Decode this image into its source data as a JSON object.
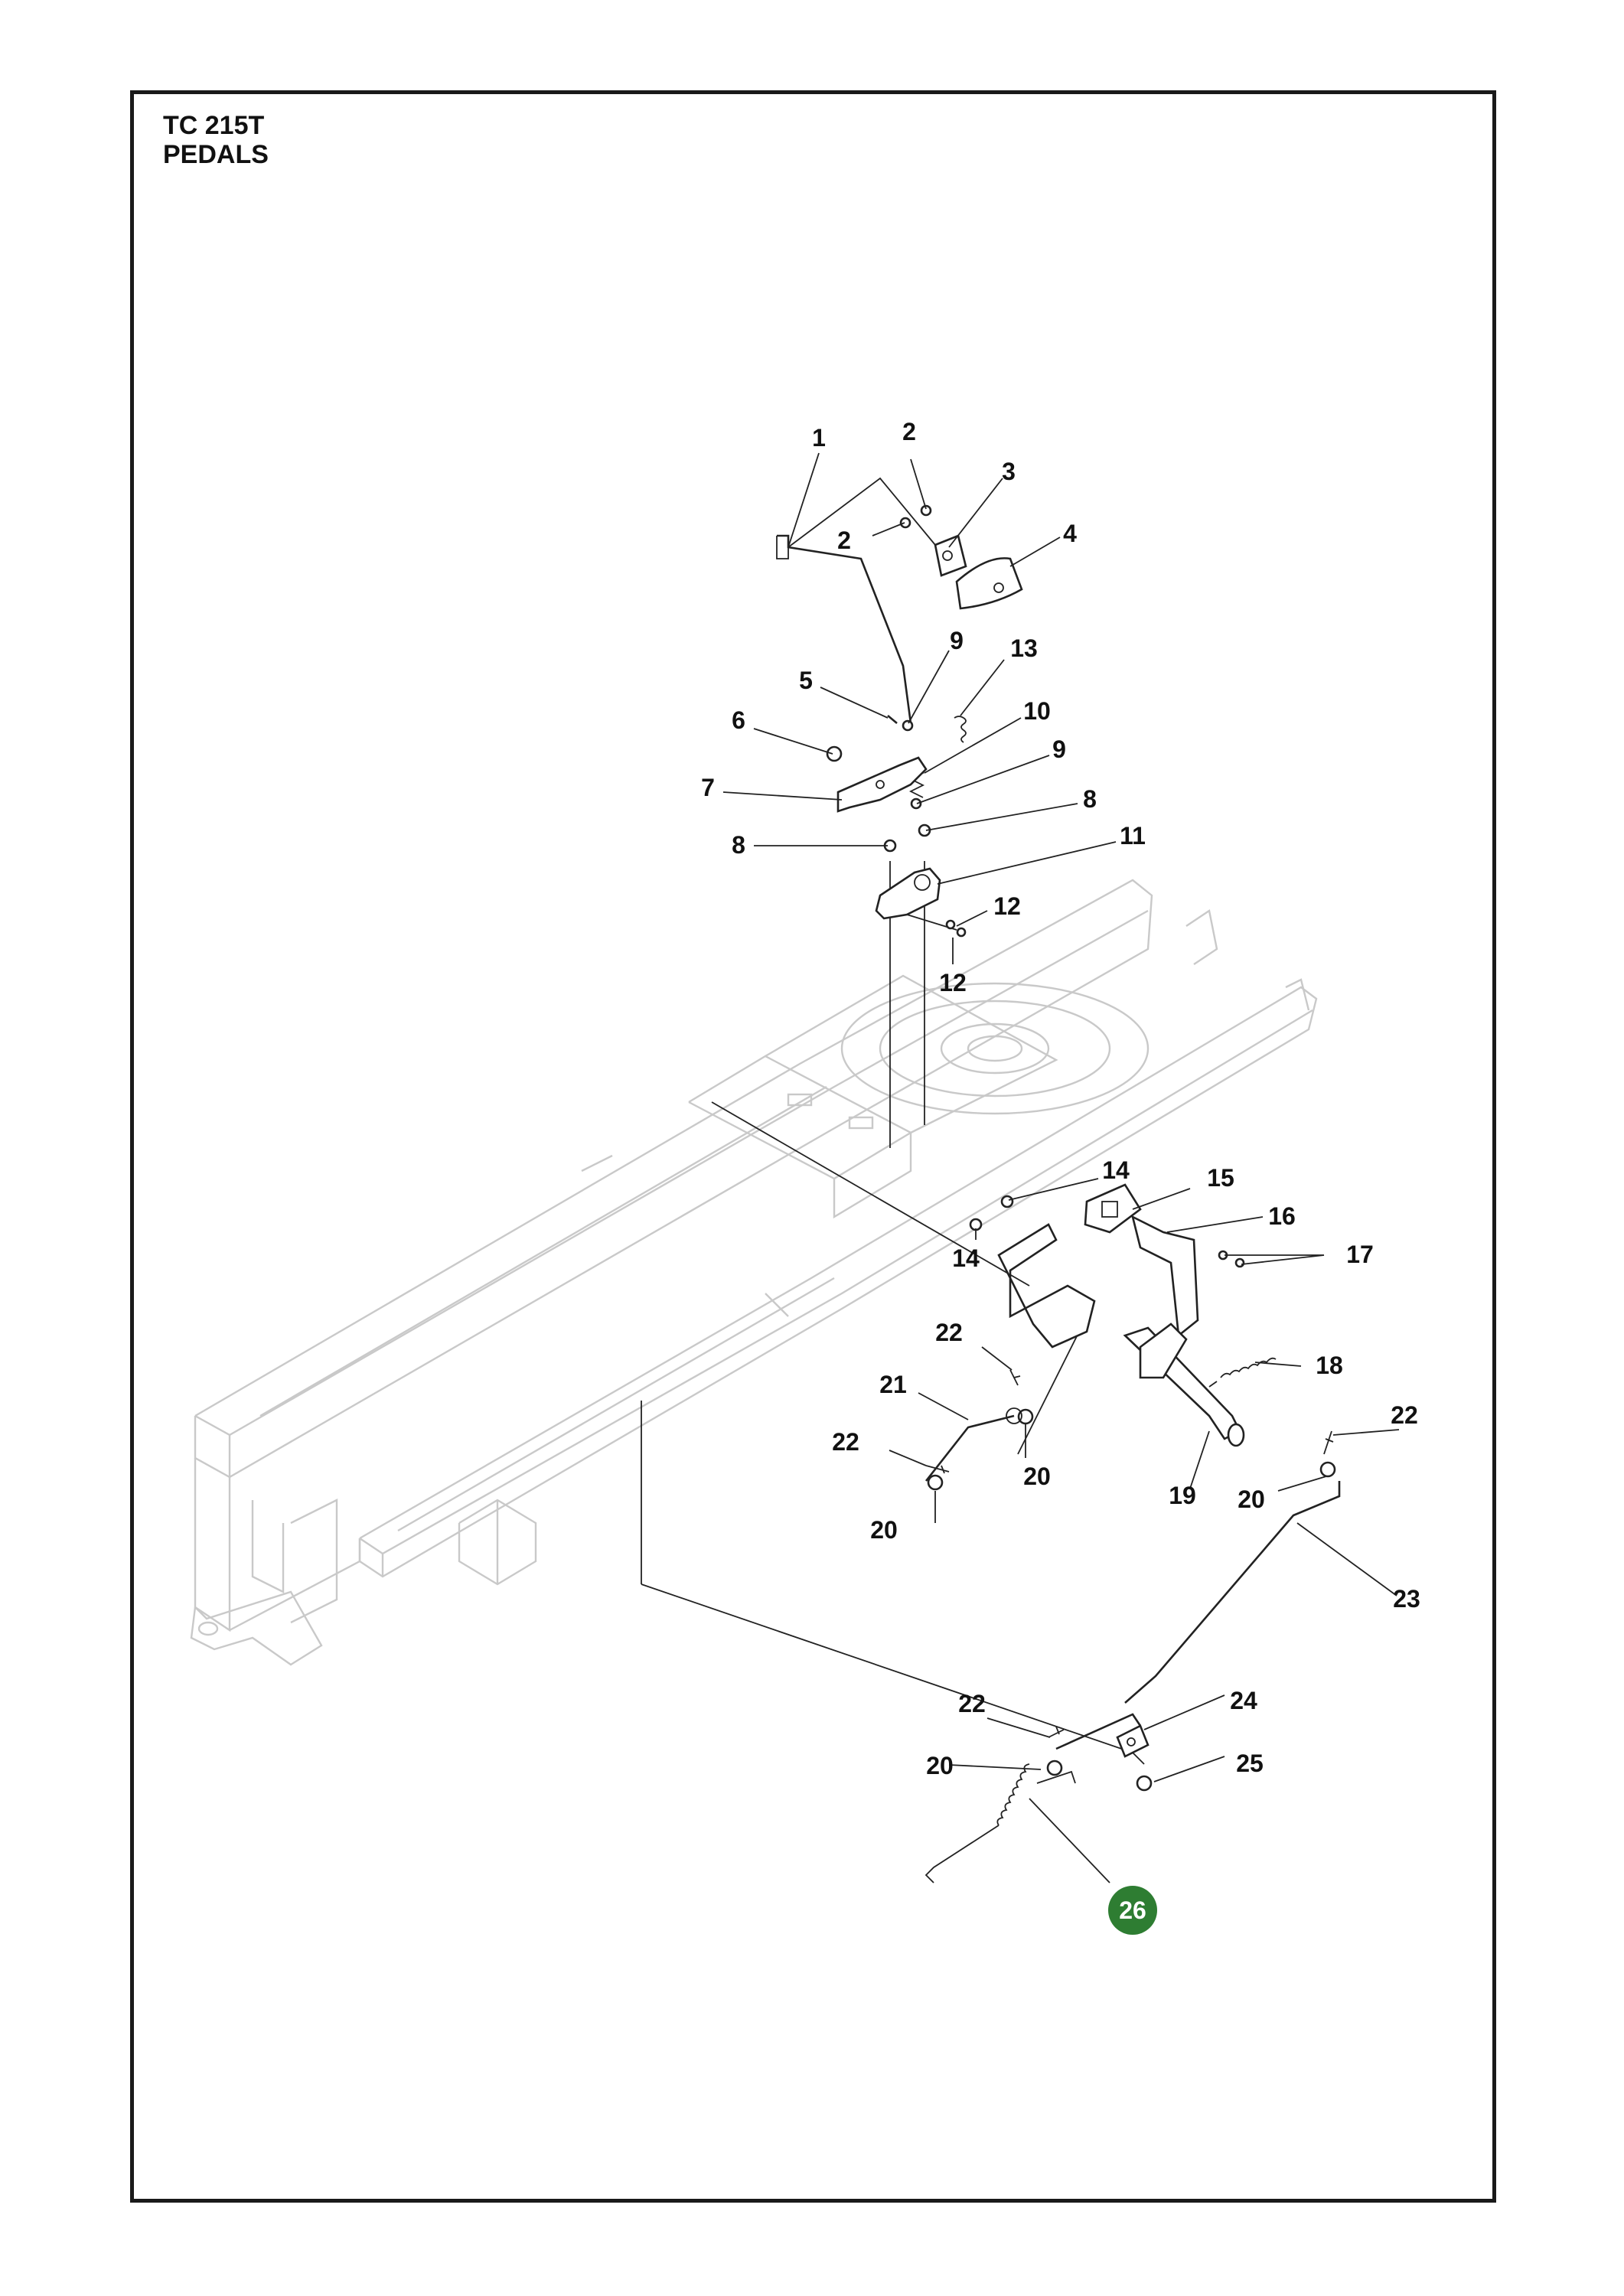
{
  "header": {
    "model": "TC 215T",
    "section": "PEDALS"
  },
  "callouts": [
    {
      "id": "c1",
      "label": "1"
    },
    {
      "id": "c2a",
      "label": "2"
    },
    {
      "id": "c2b",
      "label": "2"
    },
    {
      "id": "c3",
      "label": "3"
    },
    {
      "id": "c4",
      "label": "4"
    },
    {
      "id": "c5",
      "label": "5"
    },
    {
      "id": "c6",
      "label": "6"
    },
    {
      "id": "c7",
      "label": "7"
    },
    {
      "id": "c8a",
      "label": "8"
    },
    {
      "id": "c8b",
      "label": "8"
    },
    {
      "id": "c9a",
      "label": "9"
    },
    {
      "id": "c9b",
      "label": "9"
    },
    {
      "id": "c10",
      "label": "10"
    },
    {
      "id": "c11",
      "label": "11"
    },
    {
      "id": "c12a",
      "label": "12"
    },
    {
      "id": "c12b",
      "label": "12"
    },
    {
      "id": "c13",
      "label": "13"
    },
    {
      "id": "c14a",
      "label": "14"
    },
    {
      "id": "c14b",
      "label": "14"
    },
    {
      "id": "c15",
      "label": "15"
    },
    {
      "id": "c16",
      "label": "16"
    },
    {
      "id": "c17",
      "label": "17"
    },
    {
      "id": "c18",
      "label": "18"
    },
    {
      "id": "c19",
      "label": "19"
    },
    {
      "id": "c20a",
      "label": "20"
    },
    {
      "id": "c20b",
      "label": "20"
    },
    {
      "id": "c20c",
      "label": "20"
    },
    {
      "id": "c20d",
      "label": "20"
    },
    {
      "id": "c21",
      "label": "21"
    },
    {
      "id": "c22a",
      "label": "22"
    },
    {
      "id": "c22b",
      "label": "22"
    },
    {
      "id": "c22c",
      "label": "22"
    },
    {
      "id": "c22d",
      "label": "22"
    },
    {
      "id": "c23",
      "label": "23"
    },
    {
      "id": "c24",
      "label": "24"
    },
    {
      "id": "c25",
      "label": "25"
    },
    {
      "id": "c26",
      "label": "26",
      "highlighted": true
    }
  ],
  "colors": {
    "highlight": "#2e7d32",
    "frame": "#1a1a1a",
    "chassis": "#c9c9c9"
  }
}
